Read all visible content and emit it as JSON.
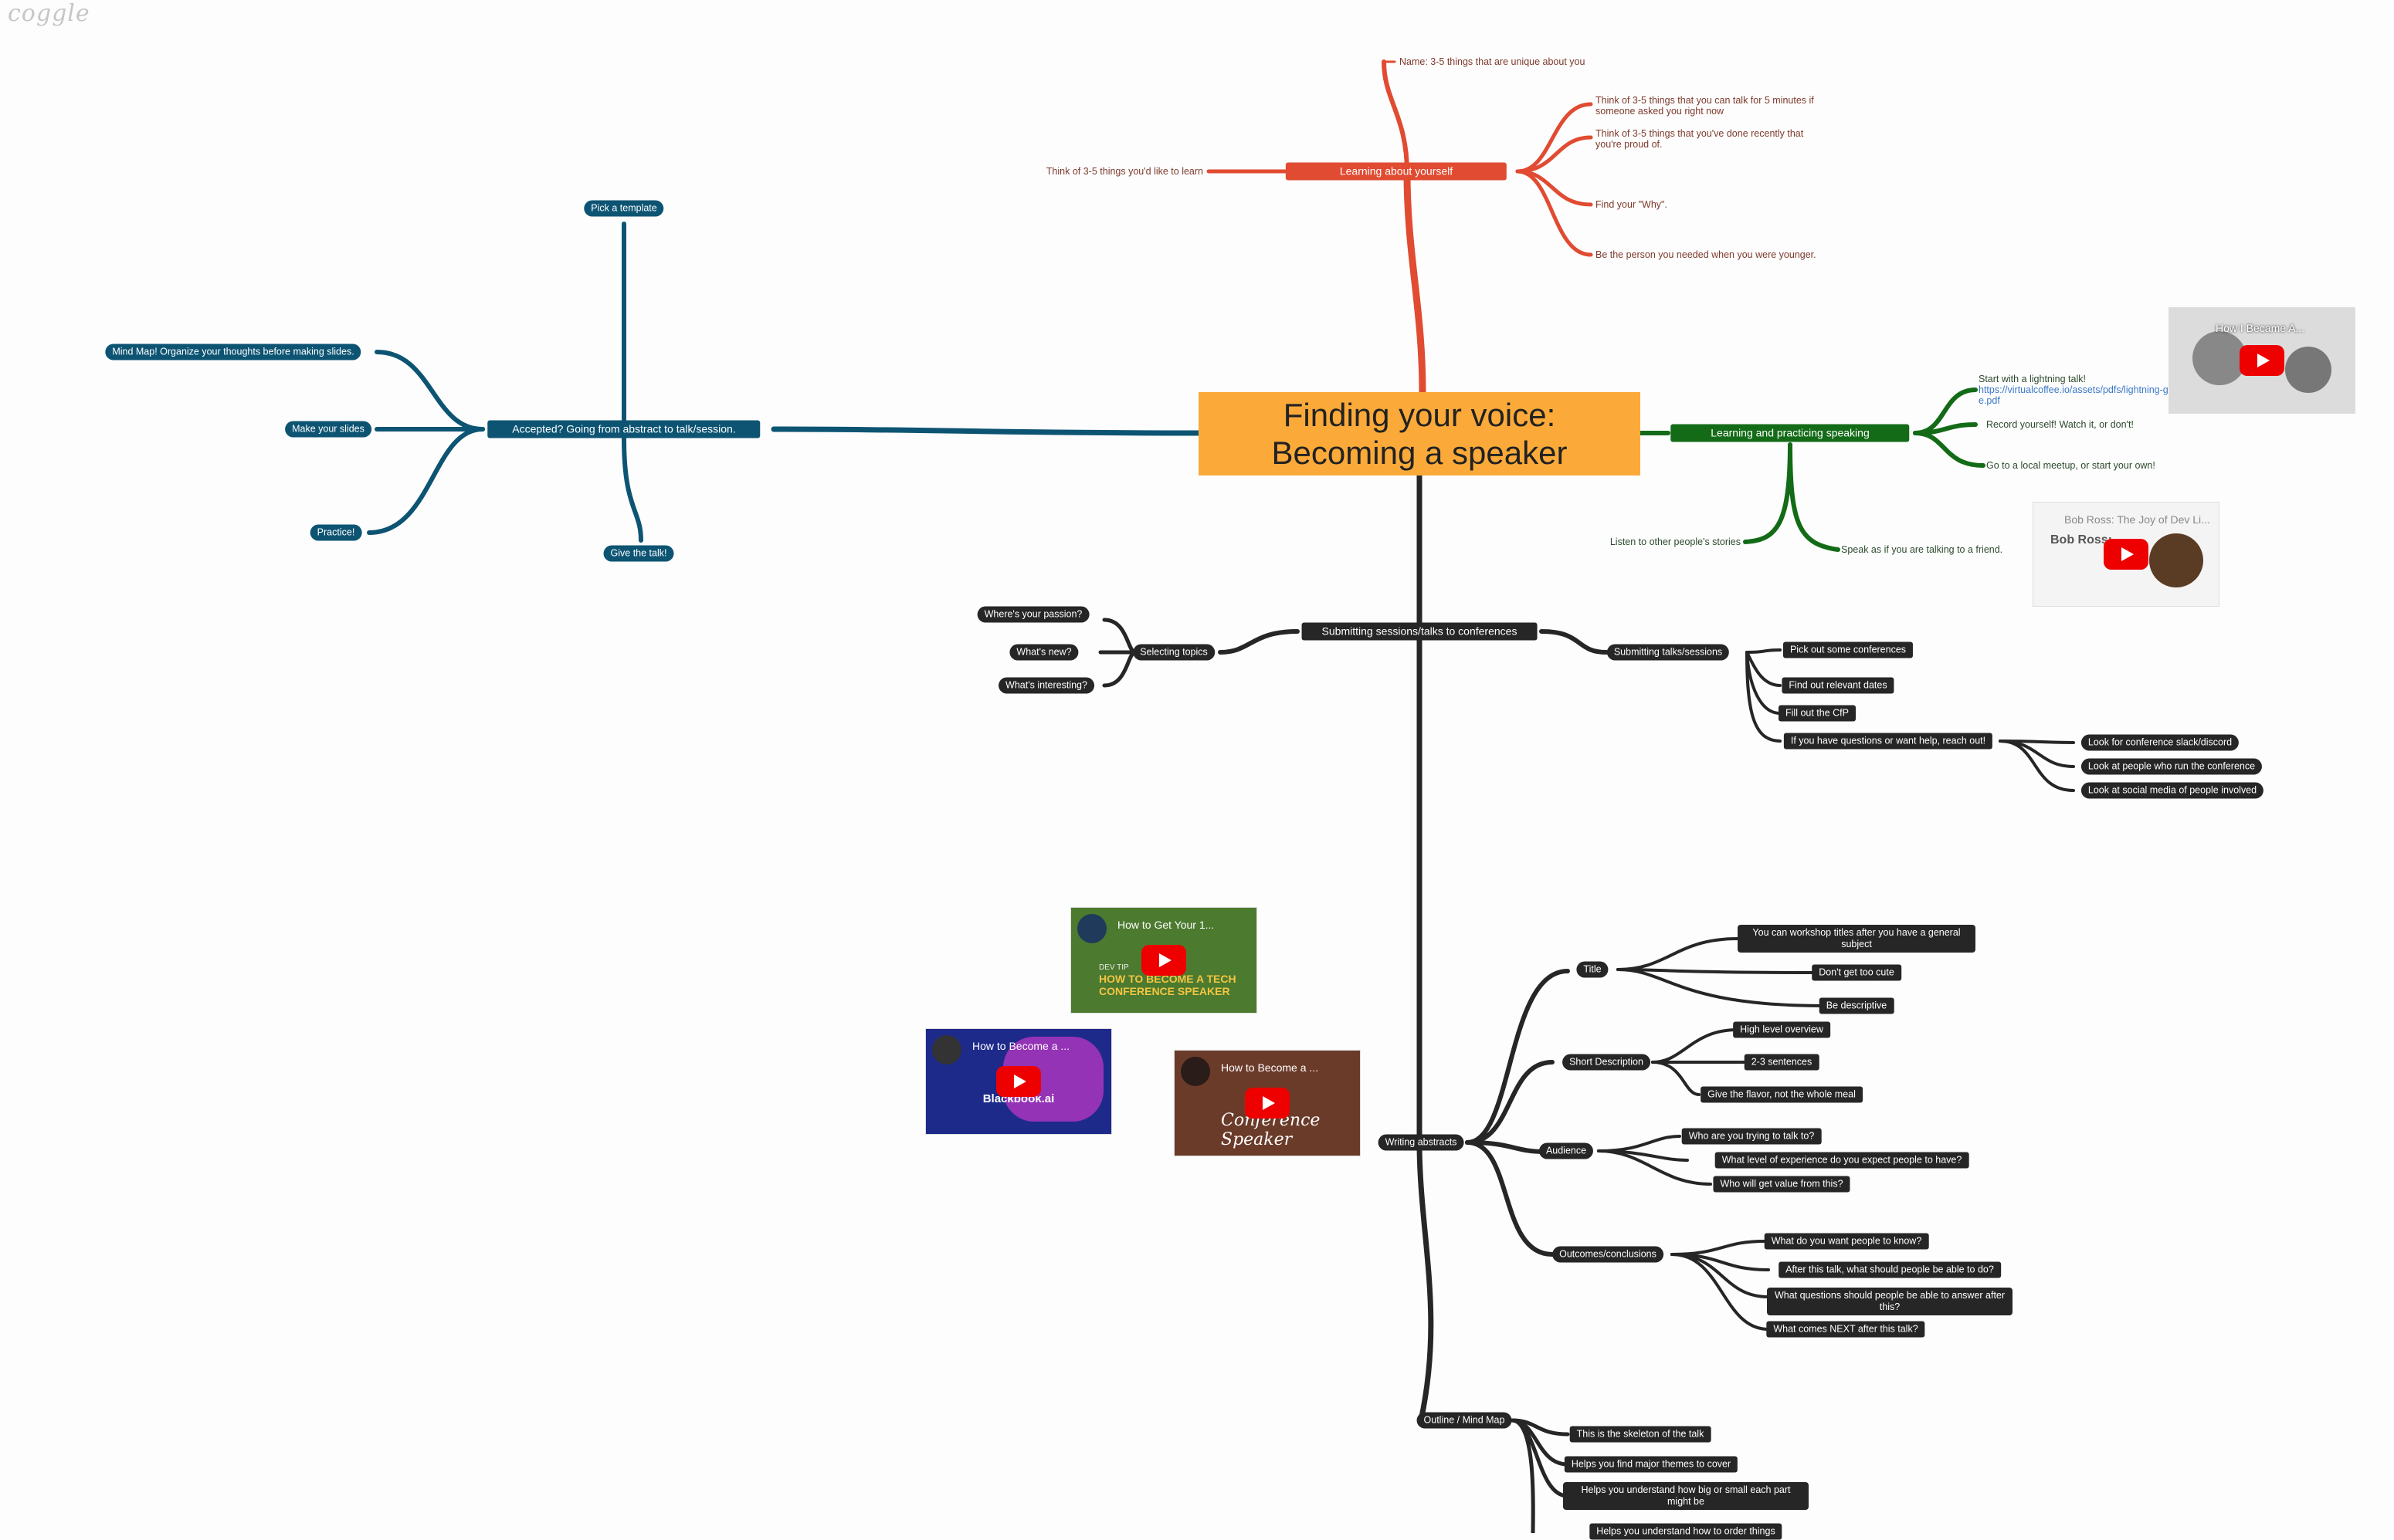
{
  "app": {
    "logo": "coggle"
  },
  "root": {
    "line1": "Finding your voice:",
    "line2": "Becoming a speaker"
  },
  "learning_yourself": {
    "label": "Learning about yourself",
    "left": "Think of 3-5 things you'd like to learn",
    "top": "Name: 3-5 things that are unique about you",
    "items": [
      "Think of 3-5 things that you can talk for 5 minutes if someone asked you right now",
      "Think of 3-5 things that you've done recently that you're proud of.",
      "Find your \"Why\".",
      "Be the person you needed when you were younger."
    ]
  },
  "learning_speaking": {
    "label": "Learning and practicing speaking",
    "start_text": "Start with a lightning talk!",
    "start_link": "https://virtualcoffee.io/assets/pdfs/lightning-guide.pdf",
    "record": "Record yourself! Watch it, or don't!",
    "meetup": "Go to a local meetup, or start your own!",
    "listen": "Listen to other people's stories",
    "friend": "Speak as if you are talking to a friend.",
    "video1_title": "How I Became A...",
    "video2_title": "Bob Ross: The Joy of Dev Li...",
    "video2_name": "Bob Ross:"
  },
  "accepted": {
    "label": "Accepted? Going from abstract to talk/session.",
    "template": "Pick a template",
    "give": "Give the talk!",
    "mindmap": "Mind Map! Organize your thoughts before making slides.",
    "slides": "Make your slides",
    "practice": "Practice!"
  },
  "submitting": {
    "label": "Submitting sessions/talks to conferences",
    "selecting": "Selecting topics",
    "topics": [
      "Where's your passion?",
      "What's new?",
      "What's interesting?"
    ],
    "talks": "Submitting talks/sessions",
    "steps": [
      "Pick out some conferences",
      "Find out relevant dates",
      "Fill out the CfP",
      "If you have questions or want help, reach out!"
    ],
    "help": [
      "Look for conference slack/discord",
      "Look at people who run the conference",
      "Look at social media of people involved"
    ]
  },
  "writing": {
    "label": "Writing abstracts",
    "title": "Title",
    "title_items": [
      "You can workshop titles after you have a general subject",
      "Don't get too cute",
      "Be descriptive"
    ],
    "short": "Short Description",
    "short_items": [
      "High level overview",
      "2-3 sentences",
      "Give the flavor, not the whole meal"
    ],
    "audience": "Audience",
    "audience_items": [
      "Who are you trying to talk to?",
      "What level of experience do you expect people to have?",
      "Who will get value from this?"
    ],
    "outcomes": "Outcomes/conclusions",
    "outcome_items": [
      "What do you want people to know?",
      "After this talk, what should people be able to do?",
      "What questions should people be able to answer after this?",
      "What comes NEXT after this talk?"
    ],
    "video_a_title": "How to Get Your 1...",
    "video_a_sub1": "HOW TO BECOME A TECH",
    "video_a_sub2": "CONFERENCE SPEAKER",
    "video_a_tag": "DEV TIP",
    "video_b_title": "How to Become a ...",
    "video_b_sub": "Blackbook.ai",
    "video_c_title": "How to Become a ...",
    "video_c_sub": "Conference Speaker"
  },
  "outline": {
    "label": "Outline / Mind Map",
    "items": [
      "This is the skeleton of the talk",
      "Helps you find major themes to cover",
      "Helps you understand how big or small each part might be",
      "Helps you understand how to order things"
    ]
  },
  "colors": {
    "red": "#e04b32",
    "green": "#136b17",
    "blue": "#0d5473",
    "dark": "#262626",
    "root": "#fbaa3a"
  }
}
